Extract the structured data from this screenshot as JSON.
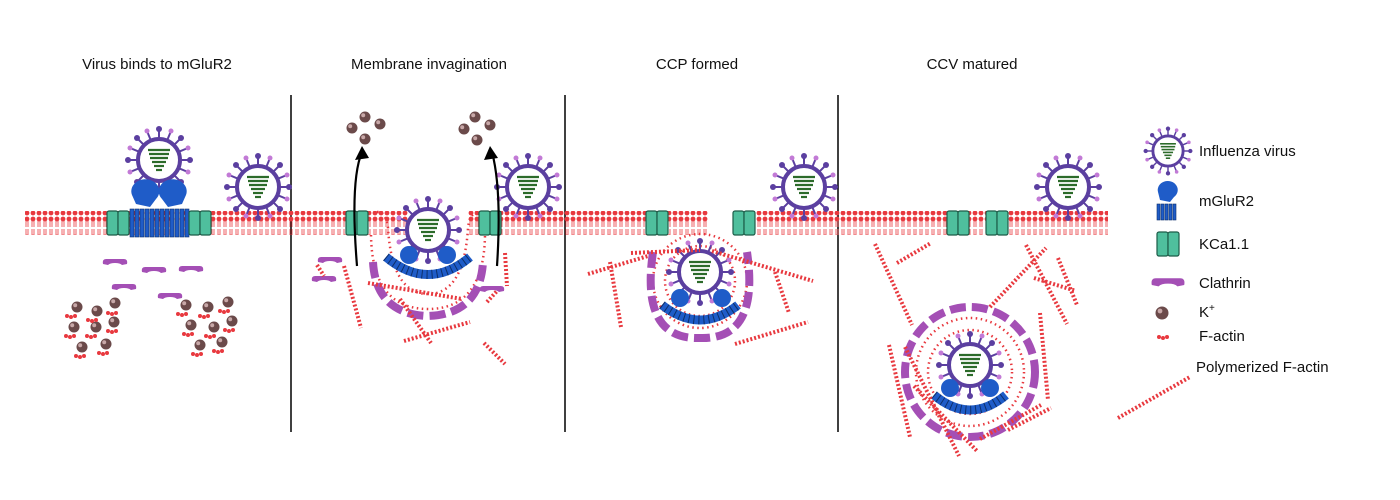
{
  "panels": [
    {
      "title": "Virus binds to mGluR2"
    },
    {
      "title": "Membrane invagination"
    },
    {
      "title": "CCP formed"
    },
    {
      "title": "CCV matured"
    }
  ],
  "legend": {
    "influenza_virus": "Influenza virus",
    "mglur2": "mGluR2",
    "kca": "KCa1.1",
    "clathrin": "Clathrin",
    "k_ion": "K",
    "k_ion_sup": "+",
    "f_actin": "F-actin",
    "polymerized_f_actin": "Polymerized F-actin"
  },
  "colors": {
    "membrane": "#e8393f",
    "virus_outline": "#5b3fa0",
    "virus_core": "#2c6b2a",
    "receptor": "#1f5cc8",
    "channel": "#4fbf9d",
    "clathrin": "#a44fb5",
    "k_ion": "#6b4a4a",
    "actin": "#e8393f"
  }
}
